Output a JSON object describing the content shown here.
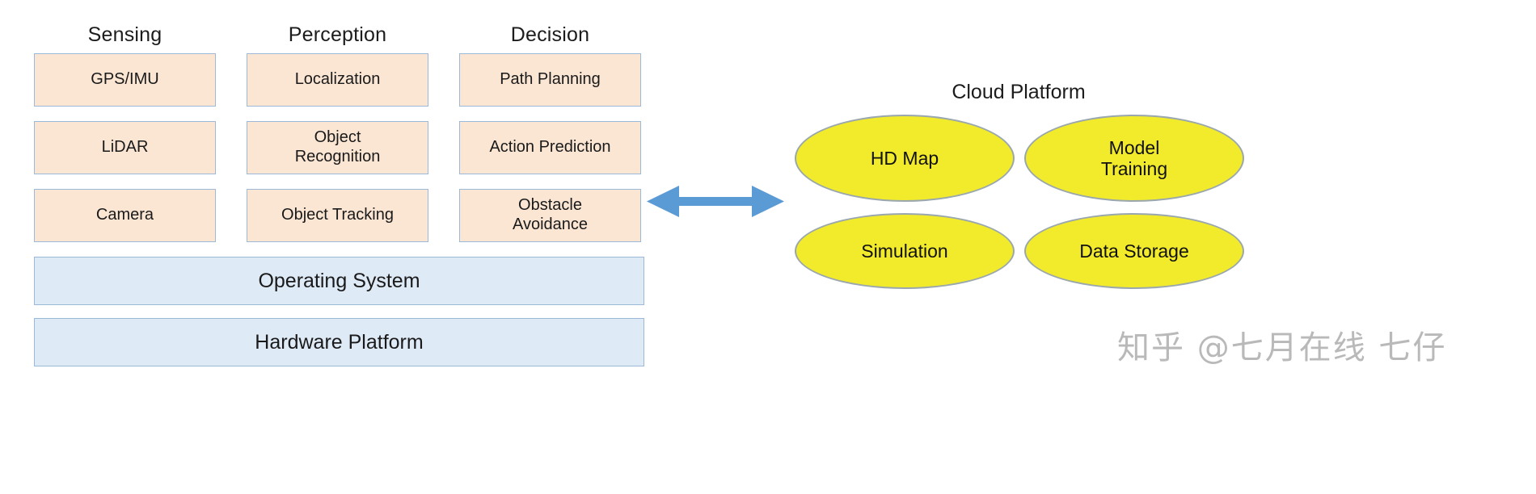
{
  "architecture": {
    "columns": [
      {
        "header": "Sensing",
        "items": [
          {
            "lines": [
              "GPS/IMU"
            ]
          },
          {
            "lines": [
              "LiDAR"
            ]
          },
          {
            "lines": [
              "Camera"
            ]
          }
        ]
      },
      {
        "header": "Perception",
        "items": [
          {
            "lines": [
              "Localization"
            ]
          },
          {
            "lines": [
              "Object",
              "Recognition"
            ]
          },
          {
            "lines": [
              "Object Tracking"
            ]
          }
        ]
      },
      {
        "header": "Decision",
        "items": [
          {
            "lines": [
              "Path Planning"
            ]
          },
          {
            "lines": [
              "Action Prediction"
            ]
          },
          {
            "lines": [
              "Obstacle",
              "Avoidance"
            ]
          }
        ]
      }
    ],
    "bars": [
      {
        "label": "Operating System"
      },
      {
        "label": "Hardware Platform"
      }
    ],
    "colors": {
      "module_fill": "#fbe6d4",
      "module_border": "#9db9da",
      "bar_fill": "#dfeaf7",
      "bar_border": "#9db9da"
    }
  },
  "connector": {
    "type": "bidirectional-arrow",
    "color": "#5b9bd5"
  },
  "cloud": {
    "title": "Cloud Platform",
    "nodes": [
      {
        "lines": [
          "HD Map"
        ]
      },
      {
        "lines": [
          "Model",
          "Training"
        ]
      },
      {
        "lines": [
          "Simulation"
        ]
      },
      {
        "lines": [
          "Data Storage"
        ]
      }
    ],
    "colors": {
      "fill": "#f2eb2b",
      "border": "#9aa7ae"
    }
  },
  "watermark": {
    "text": "知乎 @七月在线 七仔",
    "color": "#b9b9b9"
  }
}
